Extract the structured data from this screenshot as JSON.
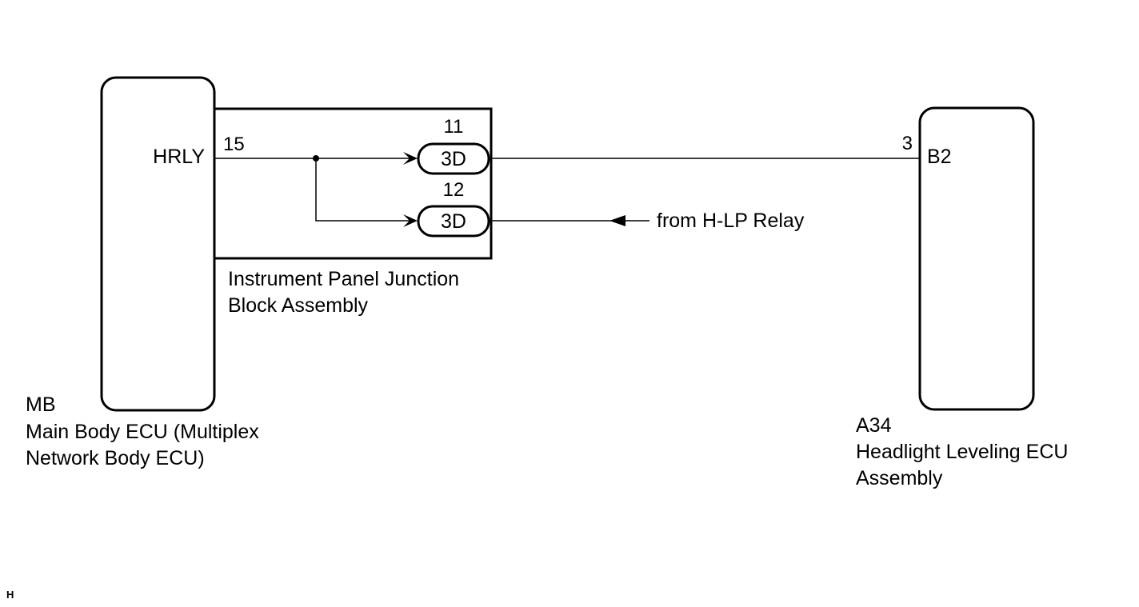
{
  "main_body_ecu": {
    "code": "MB",
    "name_line1": "Main Body ECU (Multiplex",
    "name_line2": "Network Body ECU)",
    "terminal_name": "HRLY",
    "terminal_pin": "15"
  },
  "junction_block": {
    "name_line1": "Instrument Panel Junction",
    "name_line2": "Block Assembly",
    "connectors": [
      {
        "pin": "11",
        "connector": "3D"
      },
      {
        "pin": "12",
        "connector": "3D"
      }
    ]
  },
  "headlight_leveling_ecu": {
    "code": "A34",
    "name_line1": "Headlight Leveling ECU",
    "name_line2": "Assembly",
    "terminal_pin": "3",
    "terminal_name": "B2"
  },
  "relay_note": "from H-LP Relay",
  "figure_code": "H",
  "colors": {
    "line": "#000000",
    "background": "#ffffff"
  }
}
